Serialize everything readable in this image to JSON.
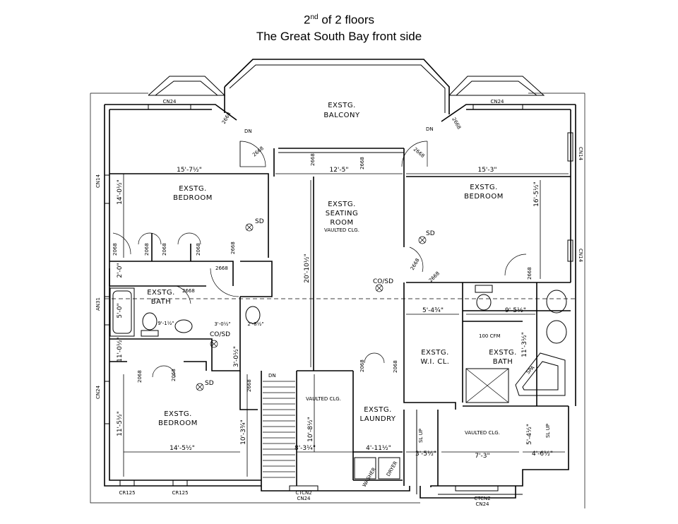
{
  "title": {
    "floor_number": "2",
    "floor_suffix": "nd",
    "floor_rest": " of 2 floors",
    "subtitle": "The Great South Bay front side"
  },
  "rooms": {
    "balcony": [
      "EXSTG.",
      "BALCONY"
    ],
    "bedroom_left": [
      "EXSTG.",
      "BEDROOM"
    ],
    "bedroom_right": [
      "EXSTG.",
      "BEDROOM"
    ],
    "seating": [
      "EXSTG.",
      "SEATING",
      "ROOM",
      "VAULTED CLG."
    ],
    "bath_left": [
      "EXSTG.",
      "BATH"
    ],
    "bedroom_bottom": [
      "EXSTG.",
      "BEDROOM"
    ],
    "laundry": [
      "EXSTG.",
      "LAUNDRY"
    ],
    "wi_closet": [
      "EXSTG.",
      "W.I. CL."
    ],
    "bath_right": [
      "EXSTG.",
      "BATH"
    ],
    "vaulted_stair": "VAULTED CLG.",
    "vaulted_bottom": "VAULTED CLG."
  },
  "dimensions": {
    "bed_left_w": "15'-7½\"",
    "bed_left_h": "14'-0½\"",
    "balcony_w": "12'-5\"",
    "bed_right_w": "15'-3\"",
    "bed_right_h": "16'-5½\"",
    "seating_h": "20'-10½\"",
    "closet_h": "2'-0\"",
    "bath_h": "5'-0\"",
    "bath_w": "9'-1½\"",
    "hall_w": "3'-0½\"",
    "hall_w2": "2'-8½\"",
    "hall_h": "3'-0½\"",
    "small_h": "11'-0½\"",
    "bed_bot_h": "11'-5½\"",
    "bed_bot_h2": "10'-3¾\"",
    "bed_bot_w": "14'-5½\"",
    "stair_h": "10'-8½\"",
    "stair_w": "8'-3¼\"",
    "laundry_w": "4'-11½\"",
    "wic_w": "5'-4¾\"",
    "bath_r_w": "9'-5½\"",
    "bath_r_h": "11'-3½\"",
    "bot_left_w": "3'-5½\"",
    "bot_mid_w": "7'-3\"",
    "bot_right_h": "5'-4½\"",
    "bot_right_w": "4'-6½\""
  },
  "tags": {
    "door_2668": "2668",
    "door_2068": "2068",
    "dn": "DN",
    "sd": "SD",
    "cosd": "CO/SD",
    "cfm": "100 CFM",
    "washer": "WASHER",
    "dryer": "DRYER",
    "sl_up": "SL UP",
    "win_cn24": "CN24",
    "win_cn14": "CN14",
    "win_an31": "AN31",
    "win_cr125": "CR125",
    "win_ctcn2": "CTCN2",
    "spa": "SPA"
  }
}
